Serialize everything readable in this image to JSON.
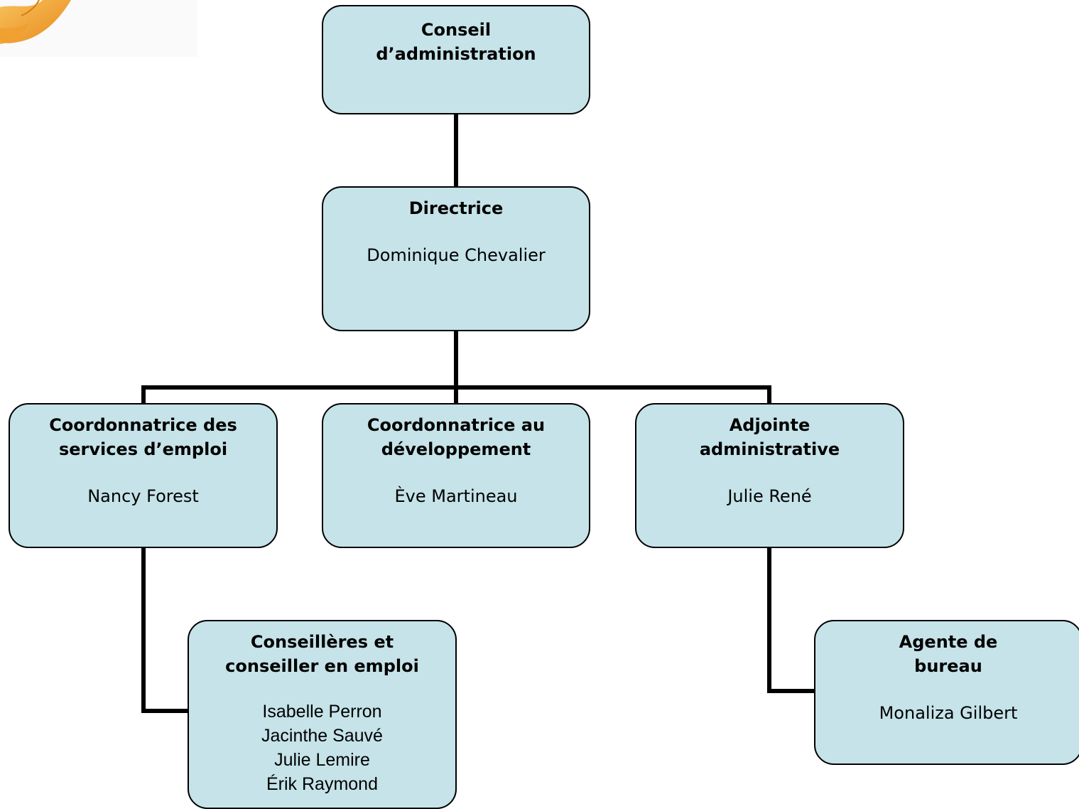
{
  "nodes": {
    "board": {
      "title_line1": "Conseil",
      "title_line2": "d’administration"
    },
    "director": {
      "title": "Directrice",
      "name": "Dominique Chevalier"
    },
    "employment_coordinator": {
      "title_line1": "Coordonnatrice des",
      "title_line2": "services d’emploi",
      "name": "Nancy Forest"
    },
    "development_coordinator": {
      "title_line1": "Coordonnatrice au",
      "title_line2": "développement",
      "name": "Ève Martineau"
    },
    "admin_assistant": {
      "title_line1": "Adjointe",
      "title_line2": "administrative",
      "name": "Julie René"
    },
    "employment_counselors": {
      "title_line1": "Conseillères et",
      "title_line2": "conseiller en emploi",
      "names": [
        "Isabelle Perron",
        "Jacinthe Sauvé",
        "Julie Lemire",
        "Érik Raymond"
      ]
    },
    "office_agent": {
      "title_line1": "Agente de",
      "title_line2": "bureau",
      "name": "Monaliza Gilbert"
    }
  },
  "colors": {
    "node_fill": "#c5e3e8",
    "node_border": "#000000",
    "connector": "#000000",
    "logo_petal": "#f2a22e"
  },
  "logo": {
    "icon": "flower-logo-icon"
  }
}
